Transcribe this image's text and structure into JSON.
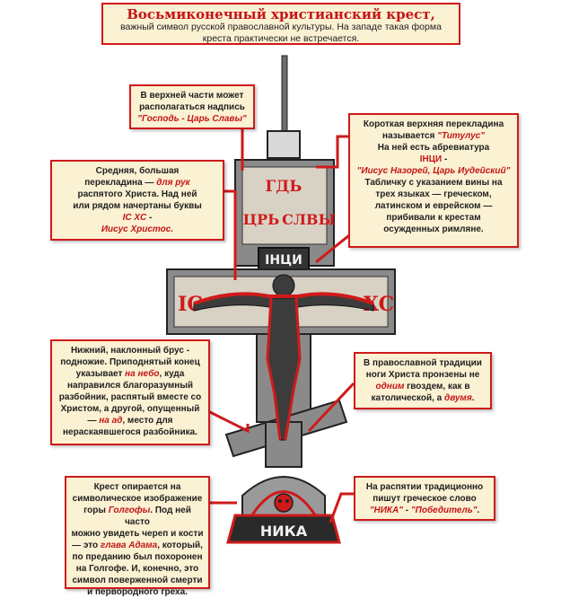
{
  "title": {
    "main": "Восьмиконечный христианский крест,",
    "sub_line1": "важный символ русской православной культуры. На западе такая форма",
    "sub_line2": "креста практически не встречается."
  },
  "notes": {
    "top": {
      "line1": "В верхней части может",
      "line2": "располагаться надпись",
      "quote": "\"Господь - Царь Славы\""
    },
    "titulus": {
      "line1a": "Короткая верхняя перекладина",
      "line2a": "называется ",
      "titulus_word": "\"Титулус\"",
      "line3": "На ней есть абревиатура",
      "inci": "IНЦИ",
      "dash": " -",
      "inci_meaning": "\"Иисус Назорей, Царь Иудейский\"",
      "line5": "Табличку с указанием вины на",
      "line6": "трех языках — греческом,",
      "line7": "латинском и еврейском —",
      "line8": "прибивали к крестам",
      "line9": "осужденных римляне."
    },
    "middle": {
      "line1": "Средняя, большая",
      "line2a": "перекладина — ",
      "for_hands": "для рук",
      "line3": "распятого Христа. Над ней",
      "line4": "или рядом начертаны буквы",
      "icxc": "IC XC",
      "dash": " -",
      "name": "Иисус Христос."
    },
    "lower": {
      "line1": "Нижний, наклонный брус -",
      "line2": "подножие. Приподнятый конец",
      "line3a": "указывает ",
      "to_heaven": "на небо",
      "line3b": ", куда",
      "line4": "направился благоразумный",
      "line5": "разбойник, распятый вместе со",
      "line6": "Христом, а другой, опущенный",
      "line7a": "— ",
      "to_hell": "на ад",
      "line7b": ", место для",
      "line8": "нераскаявшегося разбойника."
    },
    "nails": {
      "line1": "В православной традиции",
      "line2": "ноги Христа пронзены не",
      "one_nail": "одним",
      "line3b": " гвоздем, как в",
      "line4a": "католической, а ",
      "two": "двумя",
      "line4b": "."
    },
    "golgotha": {
      "line1": "Крест опирается на",
      "line2": "символическое изображение",
      "line3a": "горы ",
      "golgotha_word": "Голгофы",
      "line3b": ". Под ней часто",
      "line4": "можно увидеть череп и кости",
      "line5a": "— это ",
      "adam": "глава Адама",
      "line5b": ", который,",
      "line6": "по преданию был похоронен",
      "line7": "на Голгофе. И, конечно, это",
      "line8": "символ поверженной смерти",
      "line9": "и первородного греха."
    },
    "nika": {
      "line1": "На распятии традиционно",
      "line2": "пишут греческое слово",
      "nika_word": "\"НИКА\"",
      "sep": " - ",
      "victor": "\"Победитель\"",
      "end": "."
    }
  },
  "cross_letters": {
    "tsar": "ЦРЬ",
    "glory": "СЛВЫ",
    "gd": "ГДЬ",
    "inci": "IНЦИ",
    "ic": "IC",
    "xc": "XC",
    "nika": "НИКА"
  },
  "colors": {
    "accent": "#cf1a1a",
    "note_bg": "#fbf1d3",
    "metal": "#7a7a7a"
  }
}
